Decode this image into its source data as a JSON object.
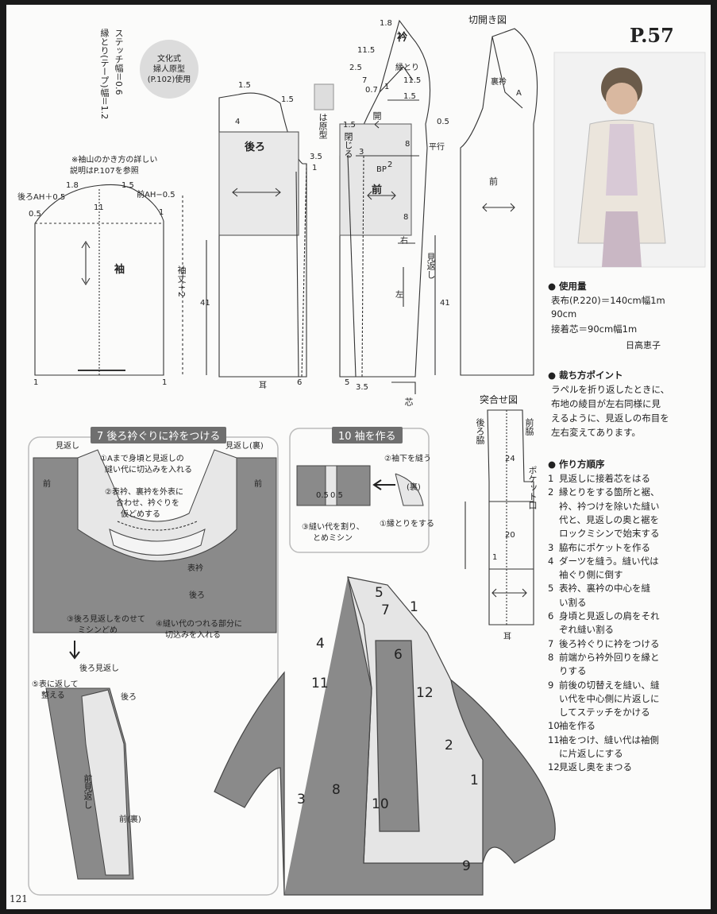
{
  "page": {
    "number": "P.57",
    "folio": "121"
  },
  "header": {
    "stitch_width": "ステッチ幅＝0.6",
    "tape_width": "縁とり(テープ)幅＝1.2",
    "badge": [
      "文化式",
      "婦人原型",
      "(P.102)使用"
    ],
    "cutaway_title": "切開き図",
    "combine_title": "突合せ図"
  },
  "sleeve": {
    "note1": "※袖山のかき方の詳しい",
    "note2": "説明はP.107を参照",
    "back_ah": "後ろAH＋0.5",
    "front_ah": "前AH−0.5",
    "v18": "1.8",
    "v15": "1.5",
    "v05": "0.5",
    "v11": "11",
    "v1a": "1",
    "v1b": "1",
    "v1c": "1",
    "name": "袖",
    "length": "袖丈＋2",
    "v41": "41"
  },
  "back_body": {
    "name": "後ろ",
    "v15a": "1.5",
    "v15b": "1.5",
    "v4": "4",
    "v35": "3.5",
    "v1": "1",
    "v6": "6",
    "ear": "耳",
    "original": "は原型"
  },
  "front_body": {
    "name": "前",
    "collar": "衿",
    "edge": "縁とり",
    "close": "閉じる",
    "open": "開く",
    "bp": "BP",
    "parallel": "平行",
    "right": "右",
    "left": "左",
    "facing": "見返し",
    "core": "芯",
    "v18": "1.8",
    "v115": "11.5",
    "v25": "2.5",
    "v7": "7",
    "v07": "0.7",
    "v1": "1",
    "v115b": "11.5",
    "v15": "1.5",
    "v15b": "1.5",
    "v3": "3",
    "v8a": "8",
    "v8b": "8",
    "v2": "2",
    "v05": "0.5",
    "v5": "5",
    "v35": "3.5",
    "v41": "41"
  },
  "cutaway": {
    "back_collar": "裏衿",
    "a": "A",
    "front": "前"
  },
  "combine": {
    "back_side": "後ろ脇",
    "front_side": "前脇",
    "pocket": "ポケット口",
    "v24": "24",
    "v20": "20",
    "v1": "1",
    "ear": "耳"
  },
  "photo": {
    "credit": "日高恵子"
  },
  "materials": {
    "title": "● 使用量",
    "line1": "表布(P.220)＝140cm幅1m",
    "line2": "90cm",
    "line3": "接着芯＝90cm幅1m"
  },
  "cutting": {
    "title": "● 裁ち方ポイント",
    "lines": [
      "ラペルを折り返したときに、",
      "布地の綾目が左右同様に見",
      "えるように、見返しの布目を",
      "左右変えてあります。"
    ]
  },
  "order": {
    "title": "● 作り方順序",
    "lines": [
      {
        "n": "1",
        "t": "見返しに接着芯をはる"
      },
      {
        "n": "2",
        "t": "縁とりをする箇所と裾、"
      },
      {
        "n": "",
        "t": "衿、衿つけを除いた縫い"
      },
      {
        "n": "",
        "t": "代と、見返しの奥と裾を"
      },
      {
        "n": "",
        "t": "ロックミシンで始末する"
      },
      {
        "n": "3",
        "t": "脇布にポケットを作る"
      },
      {
        "n": "4",
        "t": "ダーツを縫う。縫い代は"
      },
      {
        "n": "",
        "t": "袖ぐり側に倒す"
      },
      {
        "n": "5",
        "t": "表衿、裏衿の中心を縫"
      },
      {
        "n": "",
        "t": "い割る"
      },
      {
        "n": "6",
        "t": "身頃と見返しの肩をそれ"
      },
      {
        "n": "",
        "t": "ぞれ縫い割る"
      },
      {
        "n": "7",
        "t": "後ろ衿ぐりに衿をつける"
      },
      {
        "n": "8",
        "t": "前端から衿外回りを縁と"
      },
      {
        "n": "",
        "t": "りする"
      },
      {
        "n": "9",
        "t": "前後の切替えを縫い、縫"
      },
      {
        "n": "",
        "t": "い代を中心側に片返しに"
      },
      {
        "n": "",
        "t": "してステッチをかける"
      },
      {
        "n": "10",
        "t": "袖を作る"
      },
      {
        "n": "11",
        "t": "袖をつけ、縫い代は袖側"
      },
      {
        "n": "",
        "t": "に片返しにする"
      },
      {
        "n": "12",
        "t": "見返し奥をまつる"
      }
    ]
  },
  "step7": {
    "title": "7 後ろ衿ぐりに衿をつける",
    "facing_l": "見返し",
    "facing_r": "見返し(裏)",
    "front_l": "前",
    "front_r": "前",
    "n1a": "①Aまで身頃と見返しの",
    "n1b": "縫い代に切込みを入れる",
    "n2a": "②表衿、裏衿を外表に",
    "n2b": "合わせ、衿ぐりを",
    "n2c": "仮どめする",
    "outer_collar": "表衿",
    "back": "後ろ",
    "n3a": "③後ろ見返しをのせて",
    "n3b": "ミシンどめ",
    "n4a": "④縫い代のつれる部分に",
    "n4b": "切込みを入れる",
    "back_facing": "後ろ見返し",
    "n5a": "⑤表に返して",
    "n5b": "整える",
    "back2": "後ろ",
    "front_facing": "前見返し",
    "front_back": "前(裏)"
  },
  "step10": {
    "title": "10 袖を作る",
    "n2": "②袖下を縫う",
    "reverse": "(裏)",
    "v05a": "0.5",
    "v05b": "0.5",
    "n3a": "③縫い代を割り、",
    "n3b": "とめミシン",
    "n1": "①縁とりをする"
  },
  "coat": {
    "labels": [
      "5",
      "7",
      "1",
      "4",
      "6",
      "11",
      "12",
      "2",
      "3",
      "8",
      "1",
      "10",
      "9"
    ]
  }
}
